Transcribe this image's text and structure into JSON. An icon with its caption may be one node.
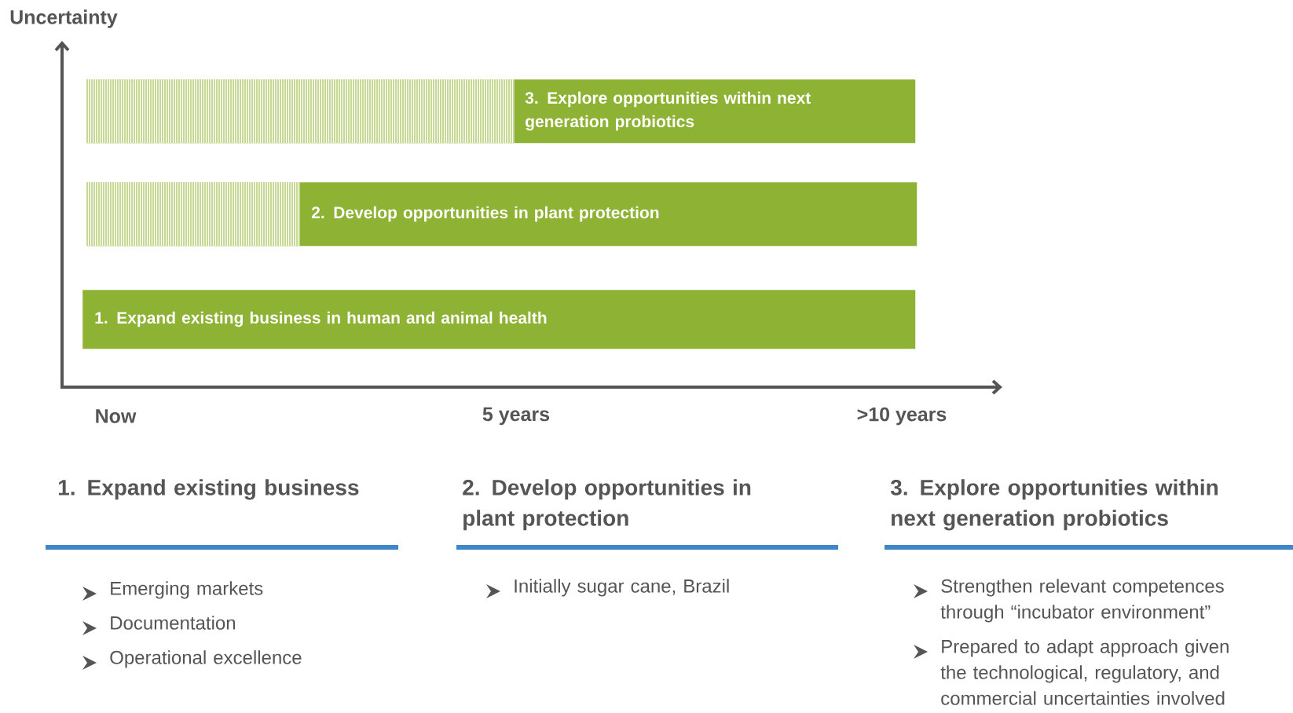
{
  "diagram": {
    "nodes": [
      {
        "text": [
          "3. Explore opportunities within next generation probiotics"
        ]
      },
      {
        "text": [
          "2. Develop opportunities in plant protection"
        ]
      },
      {
        "text": [
          "1. Expand existing business in human and animal health"
        ]
      }
    ],
    "labels": [
      "Uncertainty",
      "Now",
      "5 years",
      ">10 years",
      "1. Expand existing business",
      "2. Develop opportunities in plant protection",
      "3. Explore opportunities within next generation probiotics",
      "Emerging markets",
      "Documentation",
      "Operational excellence",
      "Initially sugar cane, Brazil",
      "Strengthen relevant competences through “incubator environment”",
      "Prepared to adapt approach given the technological, regulatory, and commercial uncertainties involved"
    ]
  }
}
